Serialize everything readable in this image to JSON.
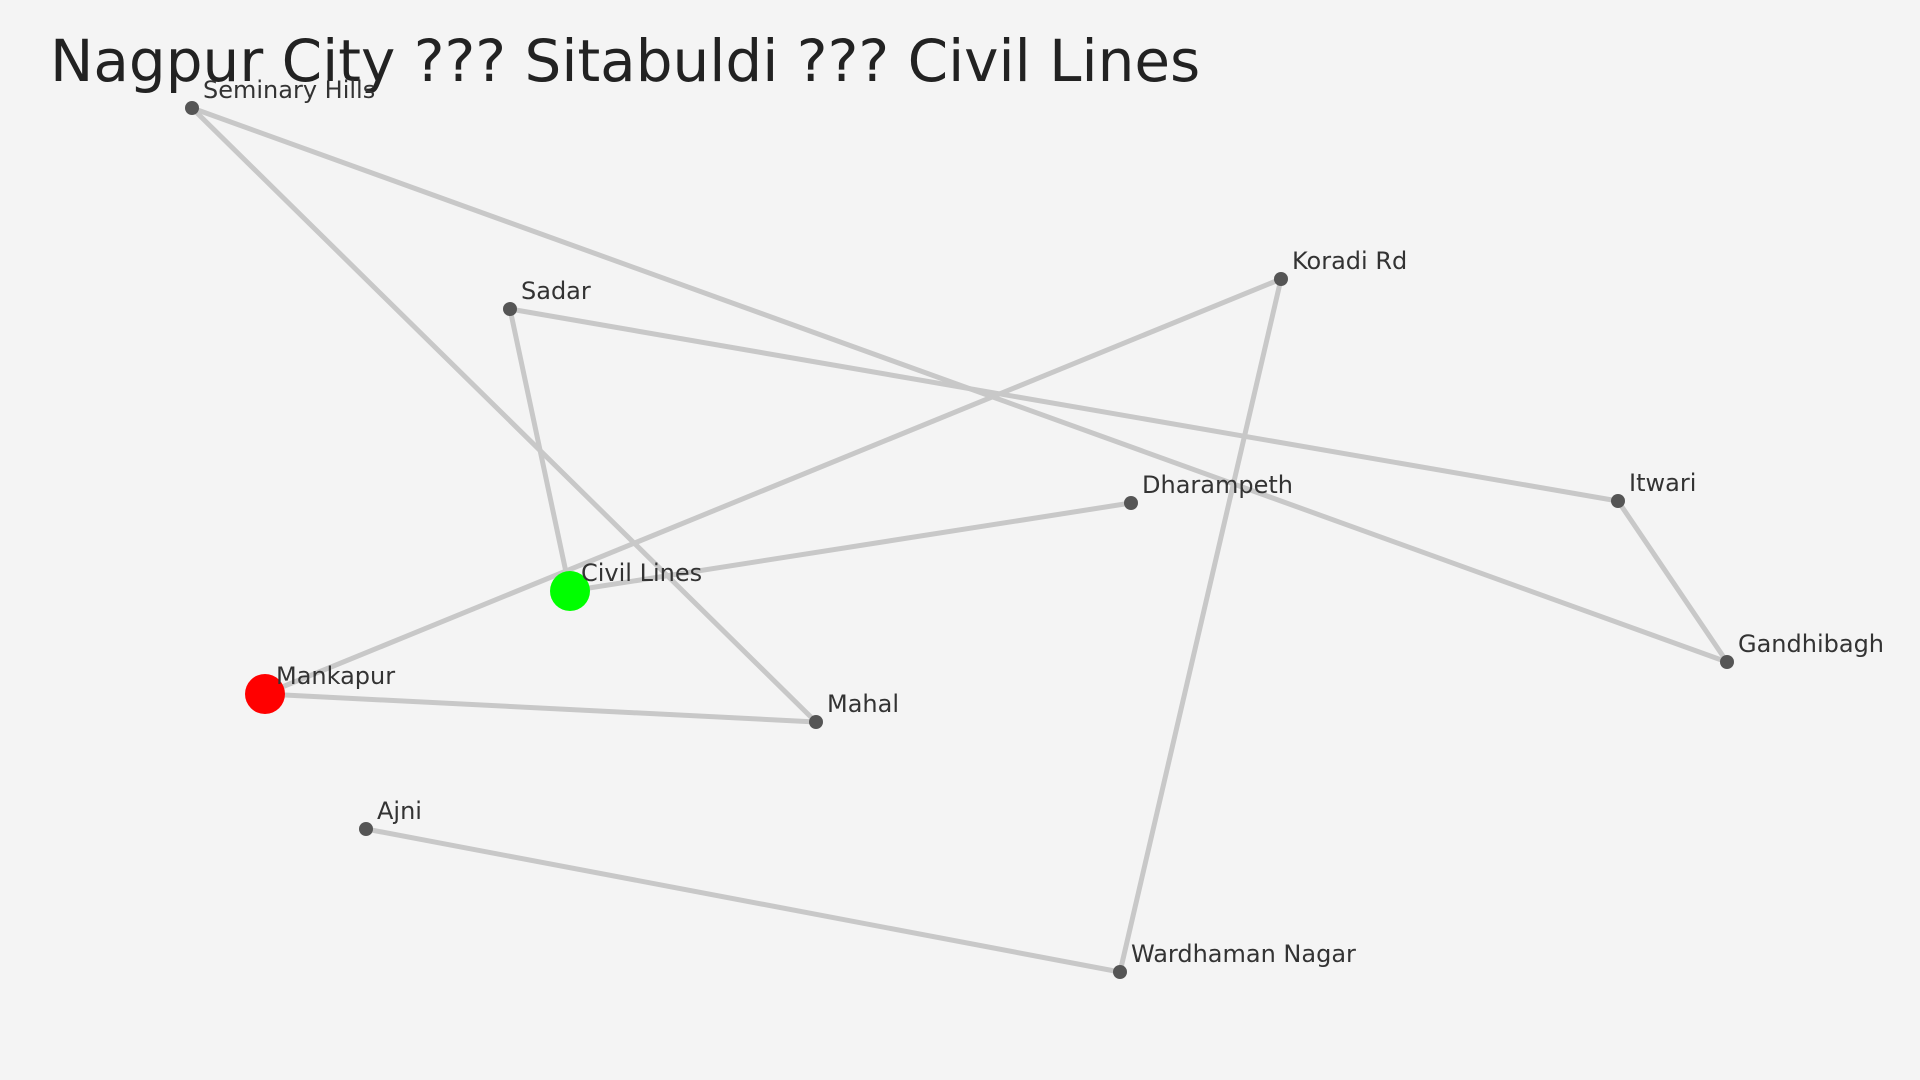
{
  "title": "Nagpur City ??? Sitabuldi ??? Civil Lines",
  "colors": {
    "background": "#f4f4f4",
    "edge": "#c8c8c8",
    "node": "#555555",
    "start": "#ff0000",
    "end": "#00ff00",
    "label": "#333333"
  },
  "nodes": [
    {
      "id": "seminary_hills",
      "label": "Seminary Hills"
    },
    {
      "id": "sadar",
      "label": "Sadar"
    },
    {
      "id": "koradi_rd",
      "label": "Koradi Rd"
    },
    {
      "id": "dharampeth",
      "label": "Dharampeth"
    },
    {
      "id": "itwari",
      "label": "Itwari"
    },
    {
      "id": "civil_lines",
      "label": "Civil Lines",
      "role": "end"
    },
    {
      "id": "gandhibagh",
      "label": "Gandhibagh"
    },
    {
      "id": "mankapur",
      "label": "Mankapur",
      "role": "start"
    },
    {
      "id": "mahal",
      "label": "Mahal"
    },
    {
      "id": "ajni",
      "label": "Ajni"
    },
    {
      "id": "wardhaman_nagar",
      "label": "Wardhaman Nagar"
    }
  ],
  "edges": [
    [
      "seminary_hills",
      "mahal"
    ],
    [
      "seminary_hills",
      "gandhibagh"
    ],
    [
      "sadar",
      "itwari"
    ],
    [
      "sadar",
      "civil_lines"
    ],
    [
      "koradi_rd",
      "mankapur"
    ],
    [
      "koradi_rd",
      "wardhaman_nagar"
    ],
    [
      "civil_lines",
      "dharampeth"
    ],
    [
      "itwari",
      "gandhibagh"
    ],
    [
      "mankapur",
      "mahal"
    ],
    [
      "ajni",
      "wardhaman_nagar"
    ]
  ]
}
